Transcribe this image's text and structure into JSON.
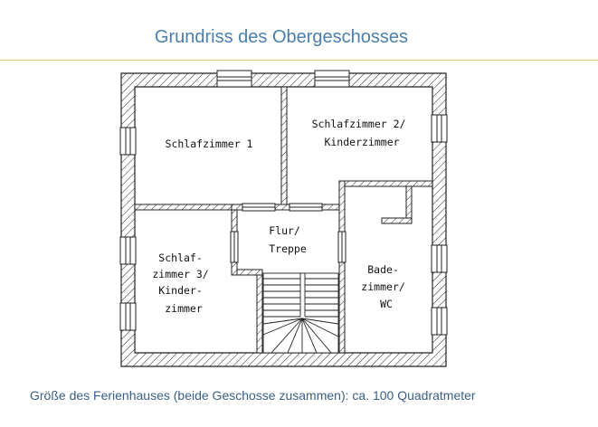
{
  "title": "Grundriss des Obergeschosses",
  "rooms": {
    "schlafzimmer1": [
      "Schlafzimmer 1"
    ],
    "schlafzimmer2": [
      "Schlafzimmer 2/",
      "Kinderzimmer"
    ],
    "flur": [
      "Flur/",
      "Treppe"
    ],
    "schlafzimmer3": [
      "Schlaf-",
      "zimmer 3/",
      "Kinder-",
      "zimmer"
    ],
    "bad": [
      "Bade-",
      "zimmer/",
      "WC"
    ]
  },
  "caption": "Größe des Ferienhauses (beide Geschosse zusammen): ca. 100 Quadratmeter"
}
